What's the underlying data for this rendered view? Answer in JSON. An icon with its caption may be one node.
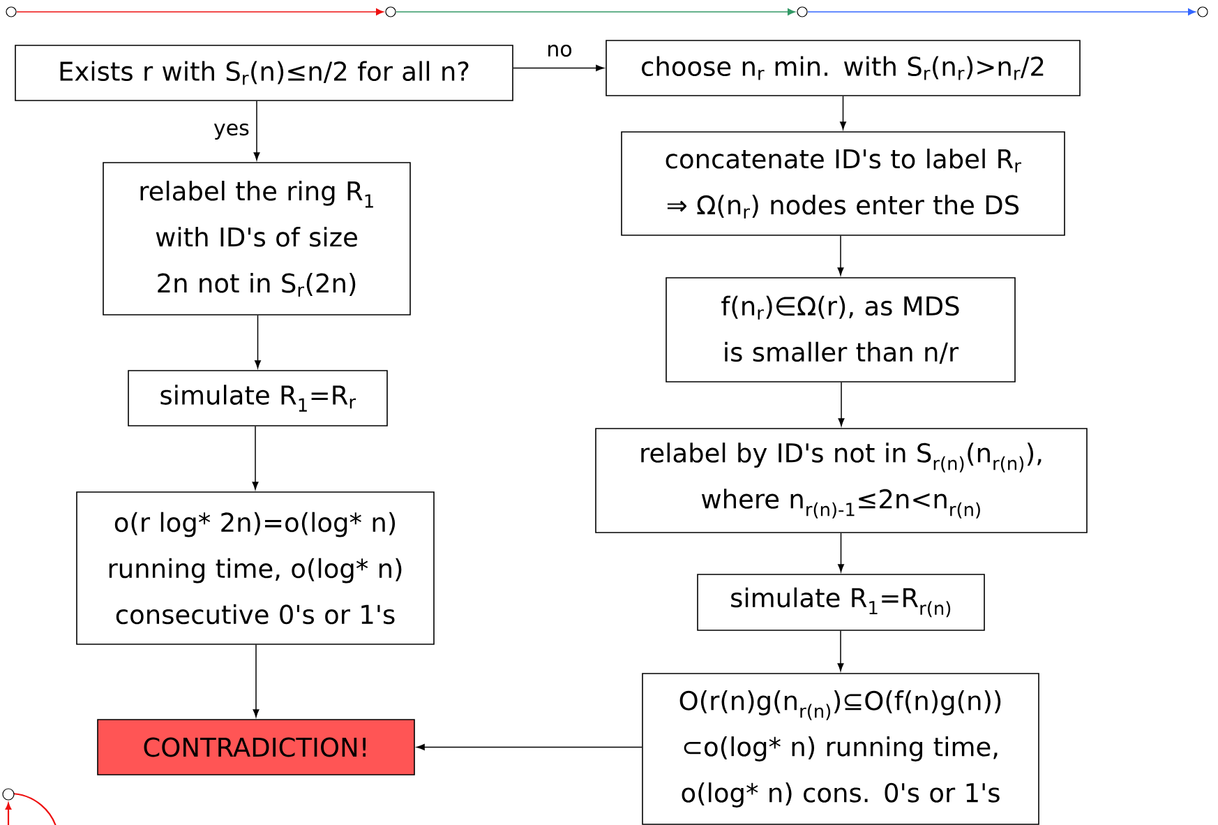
{
  "diagram": {
    "nodes": [
      {
        "text": [
          "Exists r with S$_{r}$(n)≤n/2 for all n?"
        ]
      },
      {
        "text": [
          "choose n$_{r}$ min. with S$_{r}$(n$_{r}$)>n$_{r}$/2"
        ]
      },
      {
        "text": [
          "relabel the ring R$_{1}$ with ID's of size 2n not in S$_{r}$(2n)"
        ]
      },
      {
        "text": [
          "concatenate ID's to label R$_{r}$ ⇒ Ω(n$_{r}$) nodes enter the DS"
        ]
      },
      {
        "text": [
          "simulate R$_{1}$=R$_{r}$"
        ]
      },
      {
        "text": [
          "f(n$_{r}$)∈Ω(r), as MDS is smaller than n/r"
        ]
      },
      {
        "text": [
          "o(r log* 2n)=o(log* n) running time, o(log* n) consecutive 0's or 1's"
        ]
      },
      {
        "text": [
          "relabel by ID's not in S$_{r(n)}$(n$_{r(n)}$), where n$_{r(n)-1}$≤2n<n$_{r(n)}$"
        ]
      },
      {
        "text": [
          "simulate R$_{1}$=R$_{r(n)}$"
        ]
      },
      {
        "text": [
          "CONTRADICTION!"
        ]
      },
      {
        "text": [
          "O(r(n)g(n$_{r(n)}$)⊆O(f(n)g(n)) ⊂o(log* n) running time, o(log* n) cons. 0's or 1's"
        ]
      }
    ],
    "edges": [
      {
        "from": 0,
        "to": 1,
        "arrow": "to",
        "label": "no"
      },
      {
        "from": 0,
        "to": 2,
        "arrow": "to",
        "label": "yes"
      },
      {
        "from": 2,
        "to": 4,
        "arrow": "to"
      },
      {
        "from": 4,
        "to": 6,
        "arrow": "to"
      },
      {
        "from": 6,
        "to": 9,
        "arrow": "to"
      },
      {
        "from": 1,
        "to": 3,
        "arrow": "to"
      },
      {
        "from": 3,
        "to": 5,
        "arrow": "to"
      },
      {
        "from": 5,
        "to": 7,
        "arrow": "to"
      },
      {
        "from": 7,
        "to": 8,
        "arrow": "to"
      },
      {
        "from": 8,
        "to": 10,
        "arrow": "to"
      },
      {
        "from": 10,
        "to": 9,
        "arrow": "to"
      }
    ]
  }
}
